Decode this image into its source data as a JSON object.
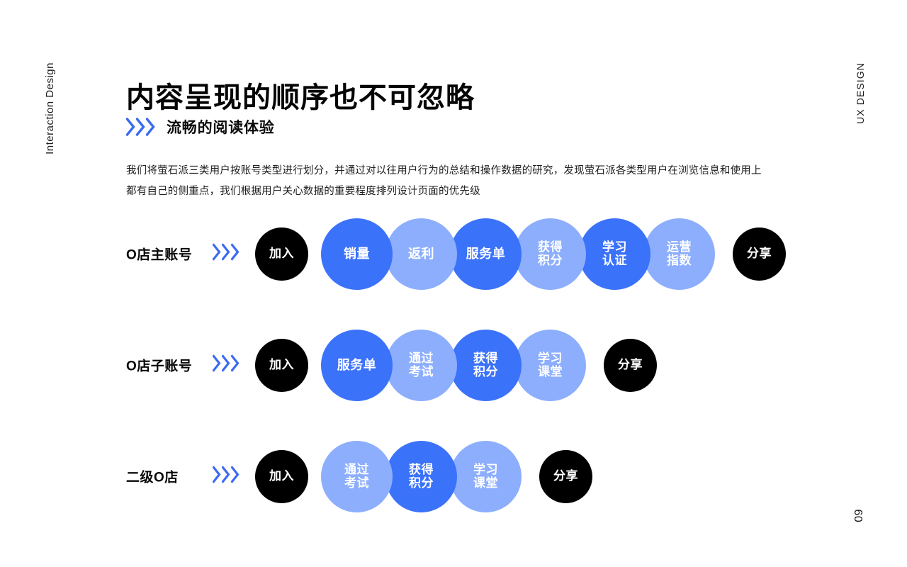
{
  "rails": {
    "left_label": "Interaction Design",
    "right_label": "UX DESIGN",
    "page_number": "09"
  },
  "header": {
    "title": "内容呈现的顺序也不可忽略",
    "subtitle": "流畅的阅读体验",
    "chevron_icon": "triple-chevron-right-icon",
    "body": "我们将萤石派三类用户按账号类型进行划分，并通过对以往用户行为的总结和操作数据的研究，发现萤石派各类型用户在浏览信息和使用上都有自己的侧重点，我们根据用户关心数据的重要程度排列设计页面的优先级"
  },
  "colors": {
    "blue_dark": "#3B72FA",
    "blue_light": "#8CAEFD",
    "black": "#000000",
    "accent_chevron": "#3B6BF0"
  },
  "flow": {
    "start_label": "加入",
    "end_label": "分享",
    "rows": [
      {
        "label": "O店主账号",
        "start": "加入",
        "end": "分享",
        "stages": [
          {
            "text": "销量",
            "tone": "dark"
          },
          {
            "text": "返利",
            "tone": "light"
          },
          {
            "text": "服务单",
            "tone": "dark"
          },
          {
            "text": "获得\n积分",
            "tone": "light"
          },
          {
            "text": "学习\n认证",
            "tone": "dark"
          },
          {
            "text": "运营\n指数",
            "tone": "light"
          }
        ]
      },
      {
        "label": "O店子账号",
        "start": "加入",
        "end": "分享",
        "stages": [
          {
            "text": "服务单",
            "tone": "dark"
          },
          {
            "text": "通过\n考试",
            "tone": "light"
          },
          {
            "text": "获得\n积分",
            "tone": "dark"
          },
          {
            "text": "学习\n课堂",
            "tone": "light"
          }
        ]
      },
      {
        "label": "二级O店",
        "start": "加入",
        "end": "分享",
        "stages": [
          {
            "text": "通过\n考试",
            "tone": "light"
          },
          {
            "text": "获得\n积分",
            "tone": "dark"
          },
          {
            "text": "学习\n课堂",
            "tone": "light"
          }
        ]
      }
    ]
  }
}
